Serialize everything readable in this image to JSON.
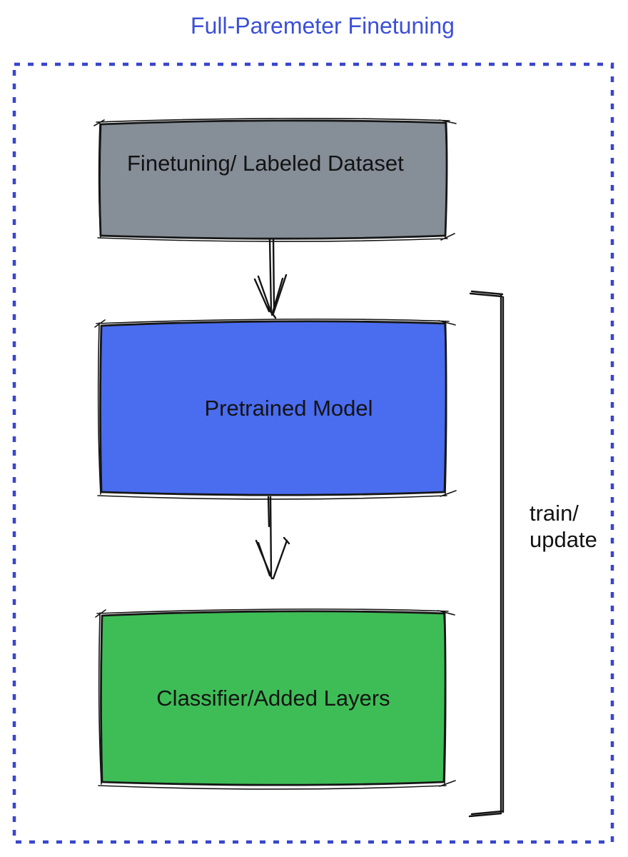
{
  "title": "Full-Paremeter Finetuning",
  "colors": {
    "title_text": "#3C4FD7",
    "boundary_dots": "#3945CB",
    "node_stroke": "#161616",
    "label_text": "#131313",
    "background": "#FFFFFF"
  },
  "diagram": {
    "type": "flowchart",
    "nodes": [
      {
        "id": "finetuning-dataset",
        "label": "Finetuning/ Labeled Dataset",
        "fill": "#868E98"
      },
      {
        "id": "pretrained-model",
        "label": "Pretrained Model",
        "fill": "#4A6CEF"
      },
      {
        "id": "classifier-added-layers",
        "label": "Classifier/Added Layers",
        "fill": "#3EBD57"
      }
    ],
    "edges": [
      {
        "from": "finetuning-dataset",
        "to": "pretrained-model",
        "style": "hand-drawn-arrow-down"
      },
      {
        "from": "pretrained-model",
        "to": "classifier-added-layers",
        "style": "hand-drawn-arrow-down"
      }
    ],
    "bracket_label": [
      "train/",
      "update"
    ],
    "bracket_scope": "pretrained-model and classifier-added-layers"
  }
}
